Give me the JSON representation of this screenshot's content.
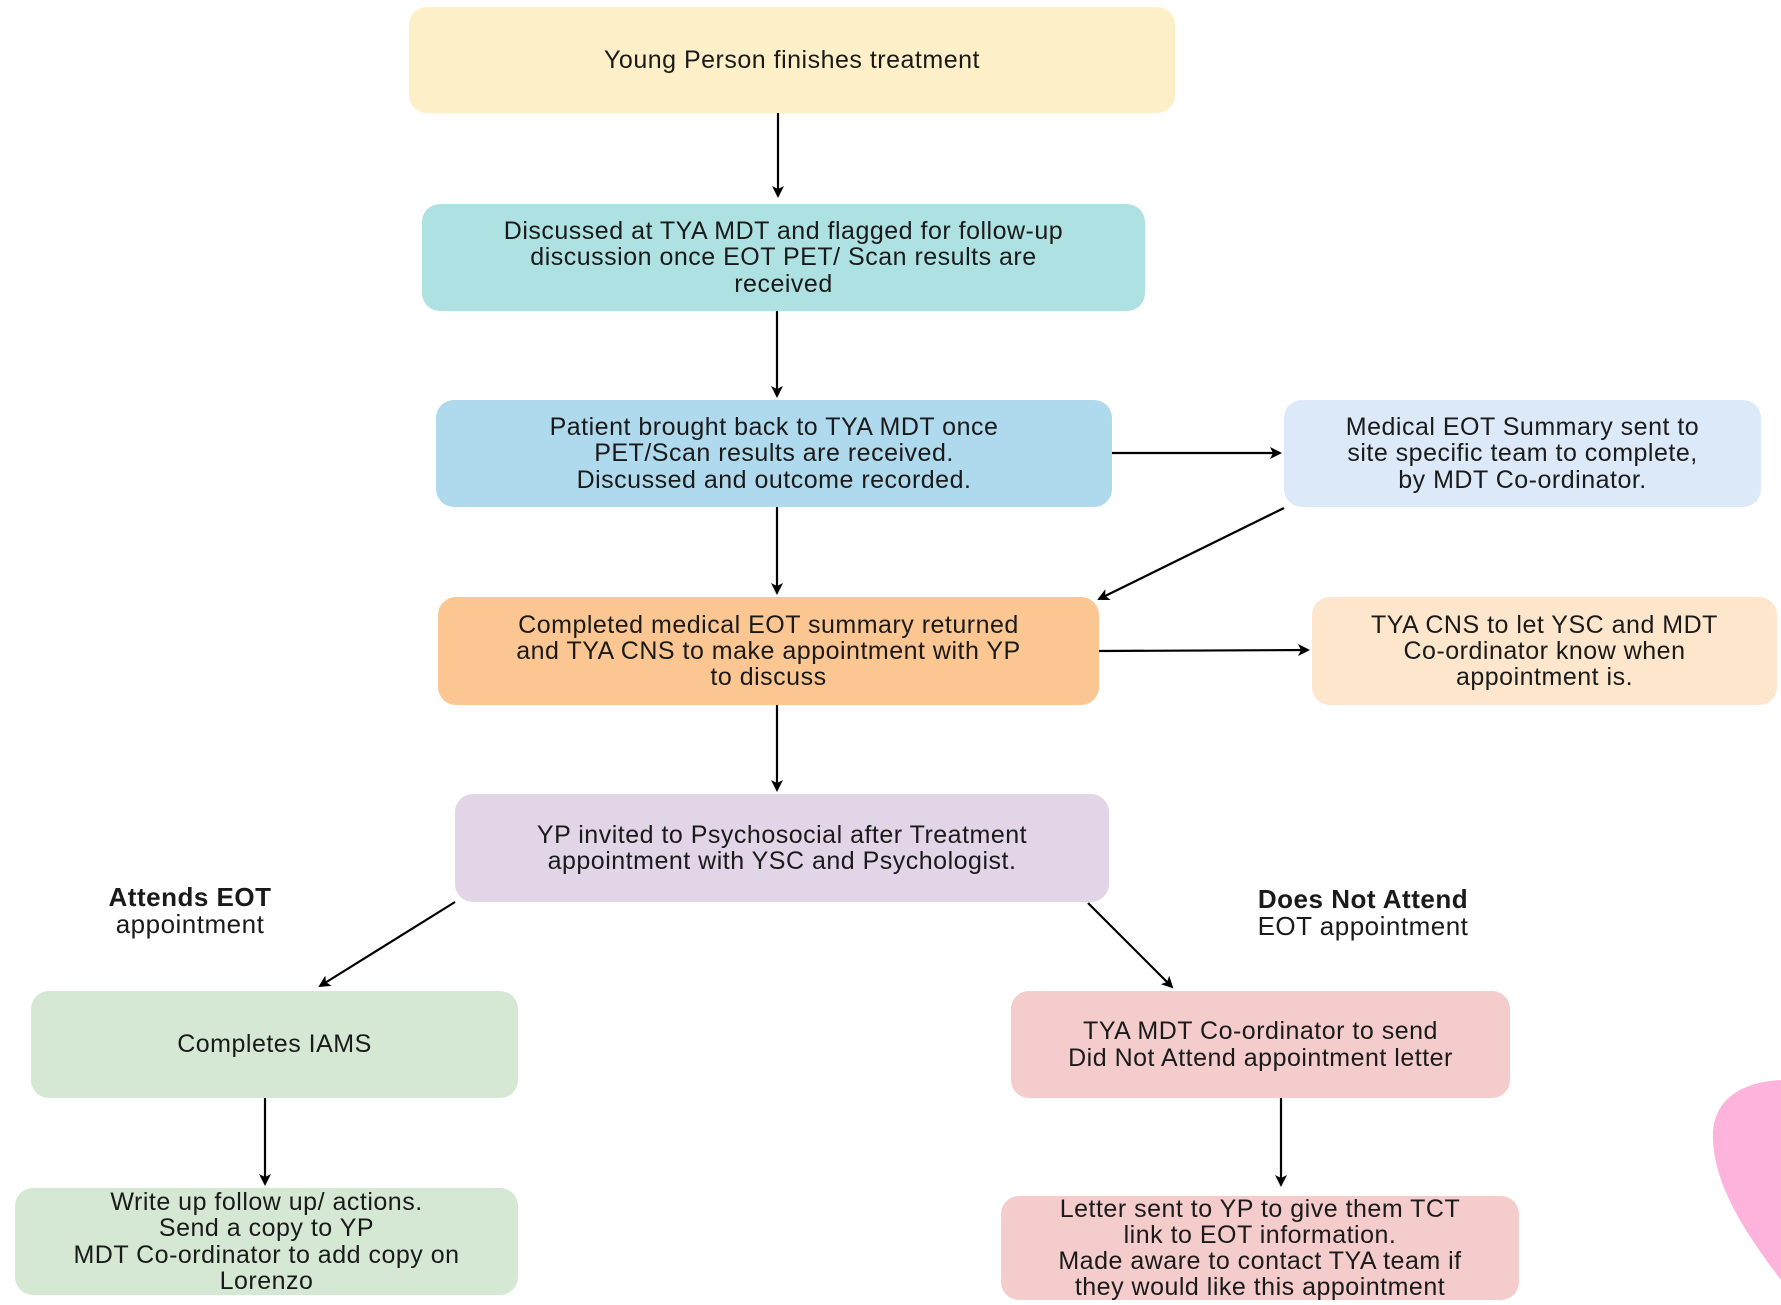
{
  "colors": {
    "yellow": "#fdefc7",
    "teal": "#aee2e2",
    "blue": "#afd9ec",
    "light_blue": "#dce9f8",
    "orange": "#fbc692",
    "peach": "#fde6cb",
    "lavender": "#e1d5e7",
    "green": "#d5e8d4",
    "pink": "#f4cccc",
    "magenta_blob": "#fdb3dc"
  },
  "nodes": {
    "finish": "Young Person finishes treatment",
    "discussed": "Discussed at TYA MDT and flagged for follow-up\ndiscussion once EOT PET/ Scan results are\nreceived",
    "brought_back": "Patient brought back to TYA MDT once\nPET/Scan results are received.\nDiscussed and outcome recorded.",
    "summary_sent": "Medical EOT Summary sent to\nsite specific team to complete,\nby MDT Co-ordinator.",
    "completed_summary": "Completed medical EOT summary returned\nand TYA CNS to make appointment with YP\nto discuss",
    "cns_notify": "TYA CNS to let YSC and MDT\nCo-ordinator know when\nappointment is.",
    "invited": "YP invited to Psychosocial after Treatment\nappointment with YSC and Psychologist.",
    "completes_iams": "Completes IAMS",
    "write_up": "Write up follow up/ actions.\nSend a copy to YP\nMDT Co-ordinator to add copy on\nLorenzo",
    "dna_letter": "TYA MDT Co-ordinator to send\nDid Not Attend appointment letter",
    "letter_sent": "Letter sent to YP to give them TCT\nlink to  EOT information.\nMade aware to contact TYA team if\nthey would like this appointment"
  },
  "branch_labels": {
    "attends_bold": "Attends EOT",
    "attends_rest": "appointment",
    "dna_bold": "Does Not Attend",
    "dna_rest": "EOT appointment"
  }
}
